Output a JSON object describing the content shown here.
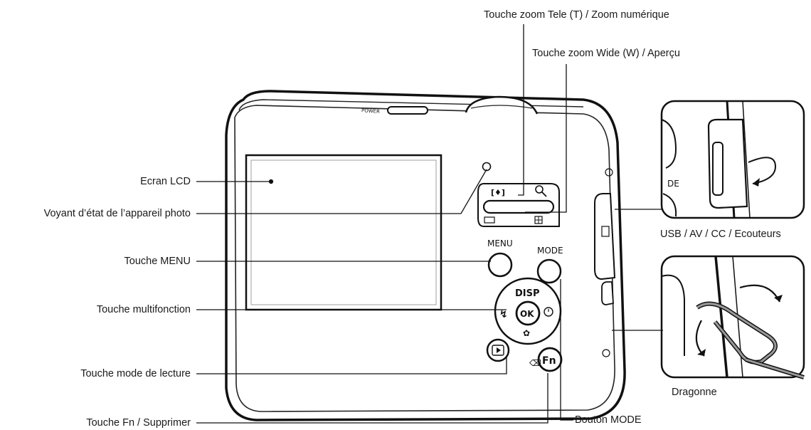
{
  "labels": {
    "ecran_lcd": "Ecran LCD",
    "voyant": "Voyant d’état de l’appareil photo",
    "touche_menu": "Touche MENU",
    "touche_multifonction": "Touche multifonction",
    "touche_lecture": "Touche mode de lecture",
    "touche_fn": "Touche Fn / Supprimer",
    "zoom_tele": "Touche zoom Tele (T) / Zoom numérique",
    "zoom_wide": "Touche zoom Wide (W) / Aperçu",
    "usb": "USB / AV / CC / Ecouteurs",
    "dragonne": "Dragonne",
    "bouton_mode": "Bouton MODE"
  },
  "camera": {
    "power": "POWER",
    "menu": "MENU",
    "mode": "MODE",
    "disp": "DISP",
    "ok": "OK",
    "fn": "Fn",
    "side_de": "DE"
  }
}
